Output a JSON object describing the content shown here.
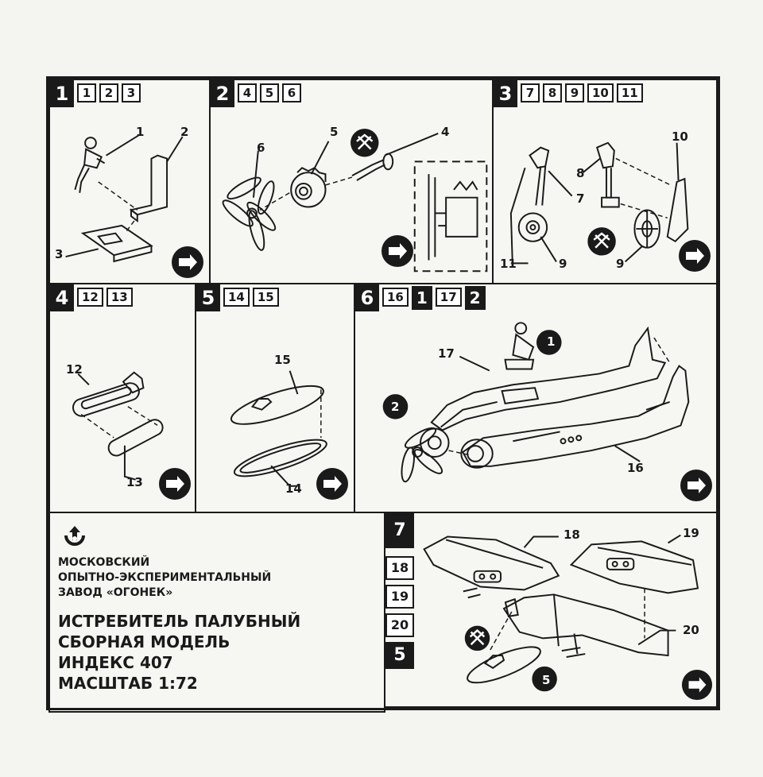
{
  "steps": [
    {
      "number": "1",
      "parts": [
        "1",
        "2",
        "3"
      ],
      "labels": [
        "1",
        "2",
        "3"
      ]
    },
    {
      "number": "2",
      "parts": [
        "4",
        "5",
        "6"
      ],
      "labels": [
        "5",
        "4",
        "6"
      ]
    },
    {
      "number": "3",
      "parts": [
        "7",
        "8",
        "9",
        "10",
        "11"
      ],
      "labels": [
        "10",
        "8",
        "7",
        "11",
        "9",
        "9"
      ]
    },
    {
      "number": "4",
      "parts": [
        "12",
        "13"
      ],
      "labels": [
        "12",
        "13"
      ]
    },
    {
      "number": "5",
      "parts": [
        "14",
        "15"
      ],
      "labels": [
        "15",
        "14"
      ]
    },
    {
      "number": "6",
      "parts": [
        "16",
        "1",
        "17",
        "2"
      ],
      "labels": [
        "17",
        "16"
      ],
      "circle_refs": [
        "1",
        "2"
      ]
    },
    {
      "number": "7",
      "parts": [
        "18",
        "19",
        "20",
        "5"
      ],
      "labels": [
        "18",
        "19",
        "20"
      ],
      "circle_refs": [
        "5"
      ]
    }
  ],
  "manufacturer": {
    "line1": "МОСКОВСКИЙ",
    "line2": "ОПЫТНО-ЭКСПЕРИМЕНТАЛЬНЫЙ",
    "line3": "ЗАВОД «ОГОНЕК»"
  },
  "product": {
    "title": "ИСТРЕБИТЕЛЬ ПАЛУБНЫЙ",
    "subtitle": "СБОРНАЯ МОДЕЛЬ",
    "index": "ИНДЕКС 407",
    "scale": "МАСШТАБ 1:72"
  },
  "icons": [
    "next-step-arrow-icon",
    "no-glue-icon",
    "factory-logo-icon"
  ]
}
